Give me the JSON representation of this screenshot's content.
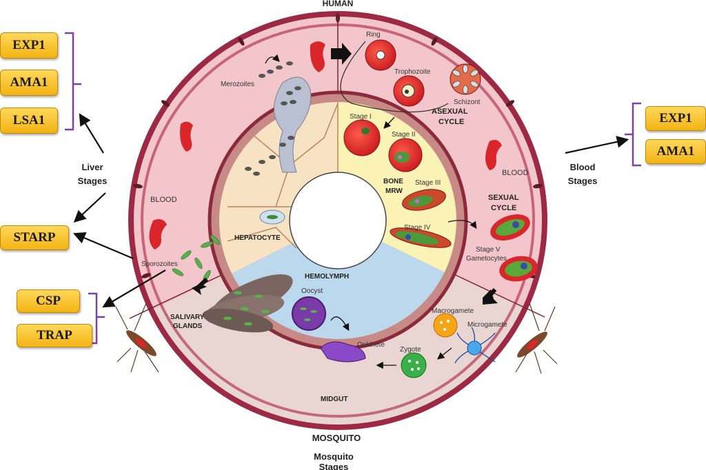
{
  "diagram": {
    "top_label": "HUMAN",
    "bottom_label": "MOSQUITO",
    "bottom_caption_line1": "Mosquito",
    "bottom_caption_line2": "Stages",
    "liver_stages_line1": "Liver",
    "liver_stages_line2": "Stages",
    "blood_stages_line1": "Blood",
    "blood_stages_line2": "Stages",
    "inner_labels": {
      "merozoites": "Merozoites",
      "ring": "Ring",
      "trophozoite": "Trophozoite",
      "schizont": "Schizont",
      "asexual_line1": "ASEXUAL",
      "asexual_line2": "CYCLE",
      "stage1": "Stage I",
      "stage2": "Stage II",
      "stage3": "Stage III",
      "stage4": "Stage IV",
      "stage5": "Stage V",
      "gametocytes": "Gametocytes",
      "bone_line1": "BONE",
      "bone_line2": "MRW",
      "blood_left": "BLOOD",
      "blood_right": "BLOOD",
      "sexual_line1": "SEXUAL",
      "sexual_line2": "CYCLE",
      "hepatocyte": "HEPATOCYTE",
      "hemolymph": "HEMOLYMPH",
      "sporozoites": "Sporozoites",
      "oocyst": "Oocyst",
      "salivary_line1": "SALIVARY",
      "salivary_line2": "GLANDS",
      "macrogamete": "Macrogamete",
      "microgamete": "Microgamete",
      "ookinete": "Ookinete",
      "zygote": "Zygote",
      "midgut": "MIDGUT"
    },
    "antigens": {
      "exp1_left": "EXP1",
      "ama1_left": "AMA1",
      "lsa1": "LSA1",
      "starp": "STARP",
      "csp": "CSP",
      "trap": "TRAP",
      "exp1_right": "EXP1",
      "ama1_right": "AMA1"
    },
    "colors": {
      "outer_ring": "#b43a55",
      "blood_zone": "#f3c6cc",
      "liver_zone": "#f7e3c4",
      "marrow_zone": "#fbf2b5",
      "hemolymph": "#bcd8ec",
      "midgut": "#e9d6d2",
      "rbc": "#d8262a",
      "antigen_box": "#f6c21f",
      "bracket": "#7b3fa6"
    }
  }
}
